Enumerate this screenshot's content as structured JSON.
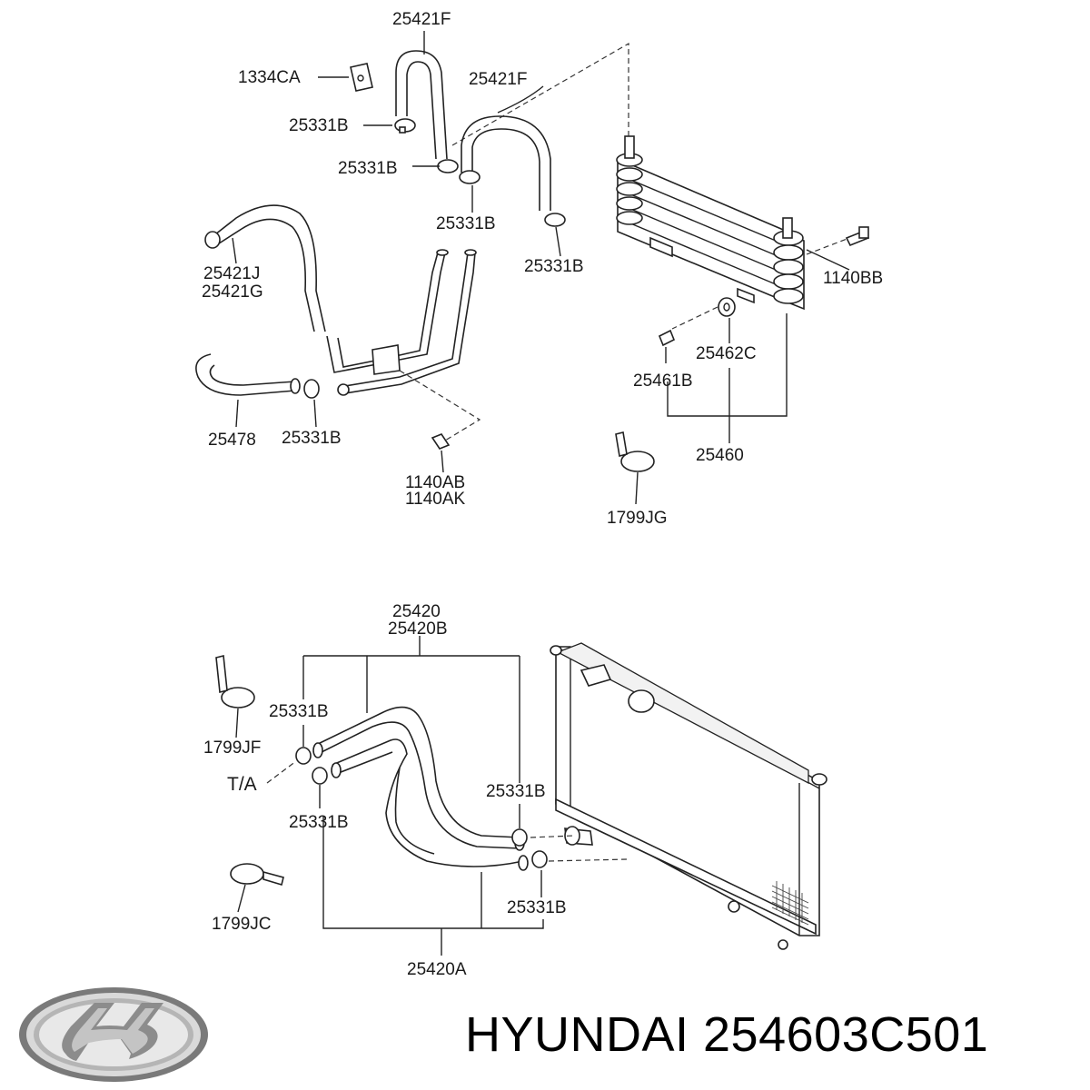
{
  "labels": {
    "l_25421F_top": "25421F",
    "l_1334CA": "1334CA",
    "l_25421F_right": "25421F",
    "l_25331B_a": "25331B",
    "l_25331B_b": "25331B",
    "l_25331B_c": "25331B",
    "l_25331B_d": "25331B",
    "l_25421J": "25421J",
    "l_25421G": "25421G",
    "l_1140BB": "1140BB",
    "l_25462C": "25462C",
    "l_25461B": "25461B",
    "l_25478": "25478",
    "l_25331B_e": "25331B",
    "l_25460": "25460",
    "l_1140AB": "1140AB",
    "l_1140AK": "1140AK",
    "l_1799JG": "1799JG",
    "l_25420": "25420",
    "l_25420B": "25420B",
    "l_25331B_f": "25331B",
    "l_1799JF": "1799JF",
    "l_TA": "T/A",
    "l_25331B_g": "25331B",
    "l_25331B_h": "25331B",
    "l_25331B_i": "25331B",
    "l_1799JC": "1799JC",
    "l_25420A": "25420A"
  },
  "brand": {
    "logo": "hyundai-logo",
    "text": "HYUNDAI 254603C501"
  }
}
